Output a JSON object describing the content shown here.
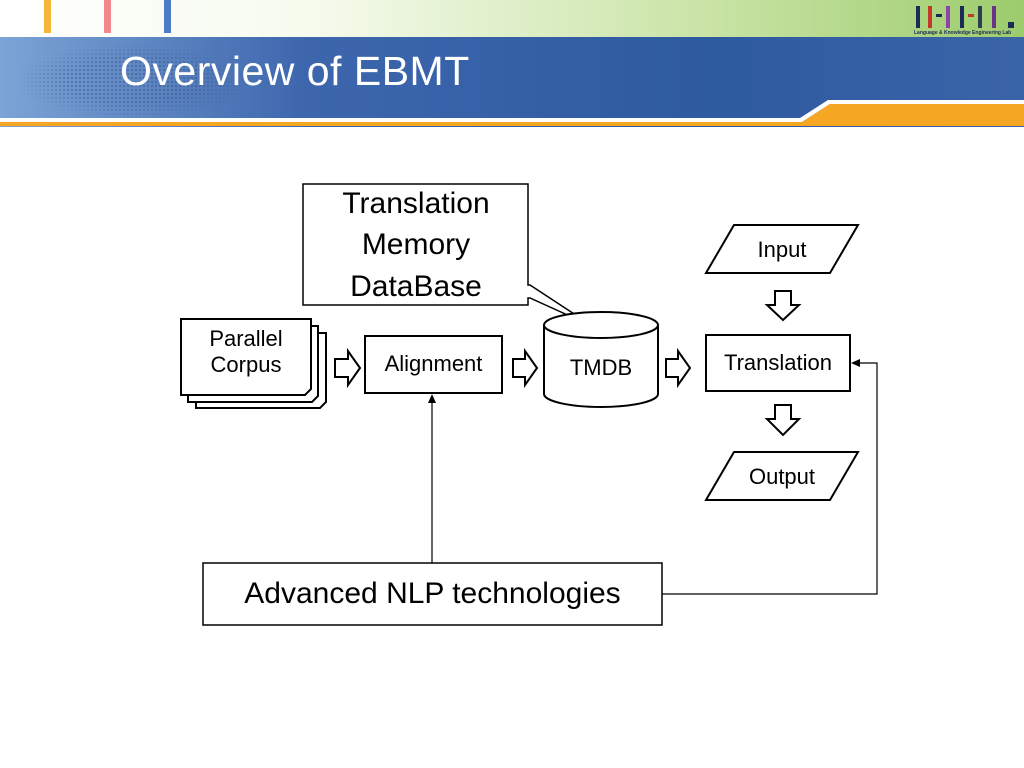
{
  "slide": {
    "title": "Overview of EBMT"
  },
  "header": {
    "logo_caption": "Language & Knowledge Engineering Lab",
    "stripe_colors": [
      "#f5b73a",
      "#f08a8f",
      "#4d7dc8"
    ]
  },
  "diagram": {
    "callout": "Translation\nMemory\nDataBase",
    "parallel_corpus": "Parallel\nCorpus",
    "alignment": "Alignment",
    "tmdb": "TMDB",
    "translation": "Translation",
    "input": "Input",
    "output": "Output",
    "nlp": "Advanced NLP technologies"
  },
  "colors": {
    "title_band": "#2e5aa0",
    "accent_rule": "#f5a623",
    "stroke": "#000000"
  }
}
